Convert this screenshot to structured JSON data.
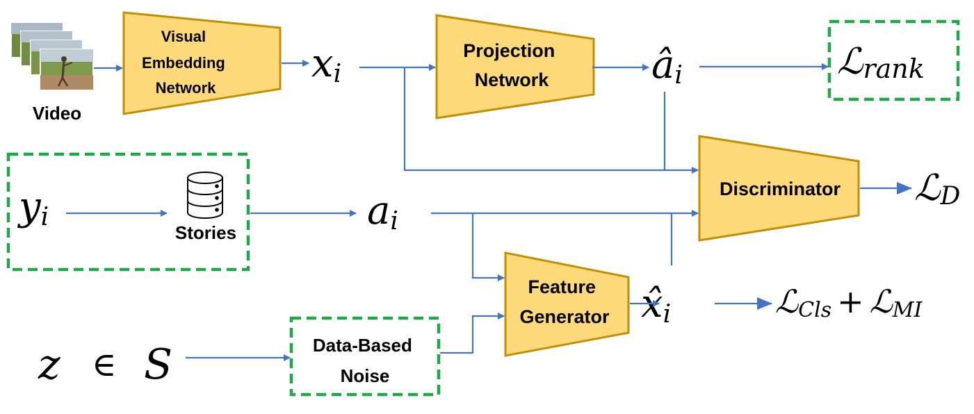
{
  "blocks": {
    "visual_embedding": [
      "Visual",
      "Embedding",
      "Network"
    ],
    "projection": [
      "Projection",
      "Network"
    ],
    "discriminator": "Discriminator",
    "feature_generator": [
      "Feature",
      "Generator"
    ],
    "data_noise": [
      "Data-Based",
      "Noise"
    ]
  },
  "labels": {
    "video": "Video",
    "stories": "Stories"
  },
  "math": {
    "x_i": {
      "base": "x",
      "sub": "i"
    },
    "a_hat_i": {
      "base": "â",
      "sub": "i"
    },
    "a_i": {
      "base": "a",
      "sub": "i"
    },
    "y_i": {
      "base": "y",
      "sub": "i"
    },
    "x_hat_i": {
      "base": "x̂",
      "sub": "i"
    },
    "z_in_S": {
      "z": "z",
      "in": "∈",
      "S": "S"
    },
    "loss_rank": {
      "base": "ℒ",
      "sub": "rank"
    },
    "loss_d": {
      "base": "ℒ",
      "sub": "D"
    },
    "loss_cls": {
      "base": "ℒ",
      "sub": "Cls"
    },
    "plus": "+",
    "loss_mi": {
      "base": "ℒ",
      "sub": "MI"
    }
  },
  "colors": {
    "block_fill": "#FFD97A",
    "block_border": "#BF9000",
    "arrow": "#4472C4",
    "dashed_border": "#1FA84A"
  },
  "icons": [
    "video-frames-icon",
    "database-icon"
  ]
}
